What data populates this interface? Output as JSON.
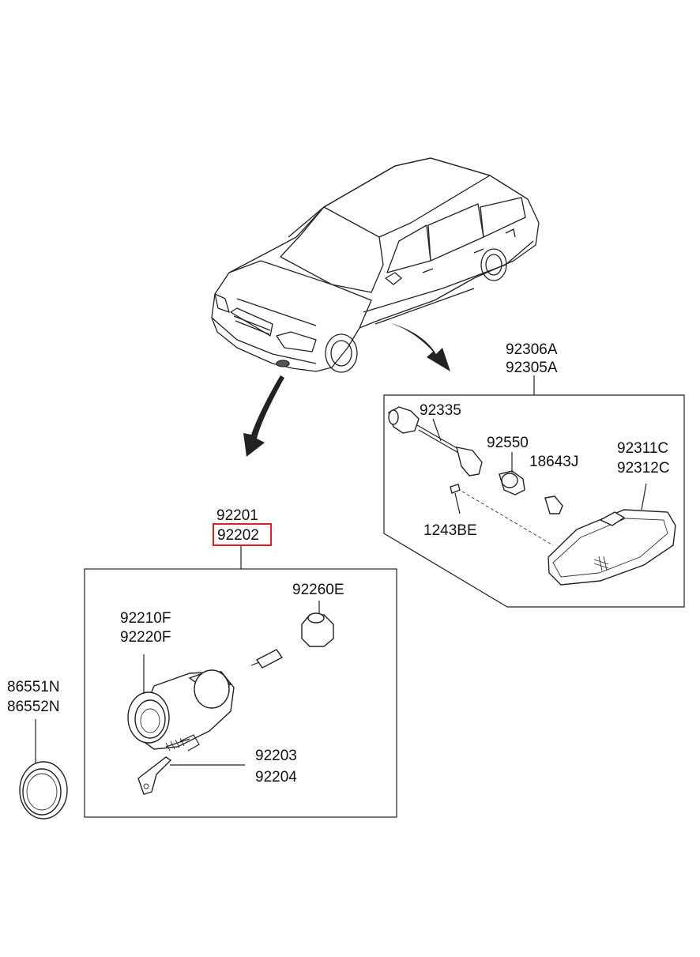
{
  "labels": {
    "side_lamp_assy_1": "92306A",
    "side_lamp_assy_2": "92305A",
    "socket": "92335",
    "bulb_side": "92550",
    "bulb_small": "18643J",
    "lens_1": "92311C",
    "lens_2": "92312C",
    "screw": "1243BE",
    "fog_assy_1": "92201",
    "fog_assy_2": "92202",
    "bulb_socket": "92260E",
    "housing_1": "92210F",
    "housing_2": "92220F",
    "bracket_1": "92203",
    "bracket_2": "92204",
    "cover_1": "86551N",
    "cover_2": "86552N"
  },
  "highlight_color": "#e02020"
}
